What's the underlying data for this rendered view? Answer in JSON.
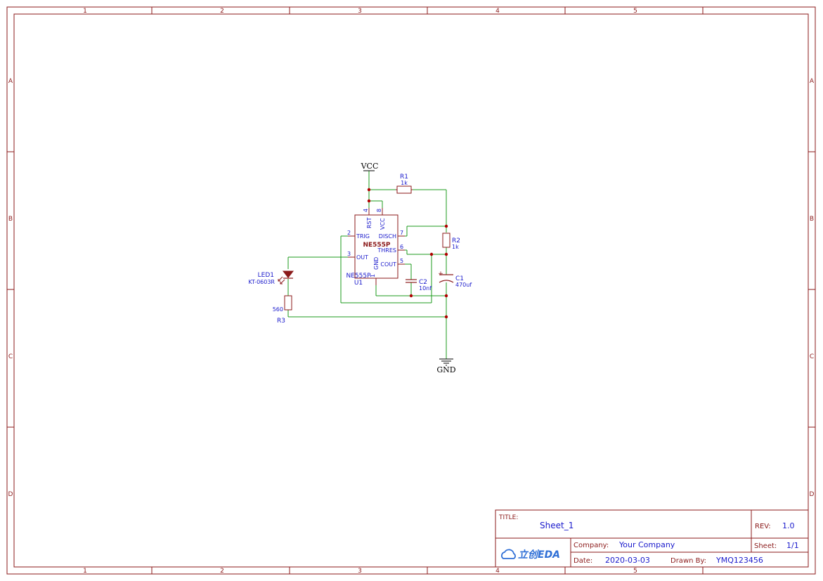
{
  "frame": {
    "col_labels": [
      "1",
      "2",
      "3",
      "4",
      "5"
    ],
    "row_labels": [
      "A",
      "B",
      "C",
      "D"
    ]
  },
  "power": {
    "vcc": "VCC",
    "gnd": "GND"
  },
  "ic": {
    "part": "NE555P",
    "value": "NE555P",
    "ref": "U1",
    "pins": {
      "rst": "RST",
      "vcc": "VCC",
      "trig": "TRIG",
      "disch": "DISCH",
      "thres": "THRES",
      "out": "OUT",
      "gnd": "GND",
      "cout": "COUT"
    },
    "pin_numbers": {
      "p4": "4",
      "p8": "8",
      "p2": "2",
      "p7": "7",
      "p6": "6",
      "p3": "3",
      "p5": "5",
      "p1": "1"
    }
  },
  "components": {
    "r1": {
      "ref": "R1",
      "value": "1k"
    },
    "r2": {
      "ref": "R2",
      "value": "1k"
    },
    "r3": {
      "ref": "R3",
      "value": "560"
    },
    "c1": {
      "ref": "C1",
      "value": "470uf",
      "polarity": "+"
    },
    "c2": {
      "ref": "C2",
      "value": "10nf"
    },
    "led1": {
      "ref": "LED1",
      "value": "KT-0603R"
    }
  },
  "title_block": {
    "title_label": "TITLE:",
    "title_value": "Sheet_1",
    "rev_label": "REV:",
    "rev_value": "1.0",
    "logo_text": "立创EDA",
    "company_label": "Company:",
    "company_value": "Your Company",
    "sheet_label": "Sheet:",
    "sheet_value": "1/1",
    "date_label": "Date:",
    "date_value": "2020-03-03",
    "drawn_label": "Drawn By:",
    "drawn_value": "YMQ123456"
  },
  "colors": {
    "frame": "#8b1a1a",
    "wire": "#1c9b1c",
    "text": "#1a1acc",
    "junction": "#b00000"
  }
}
